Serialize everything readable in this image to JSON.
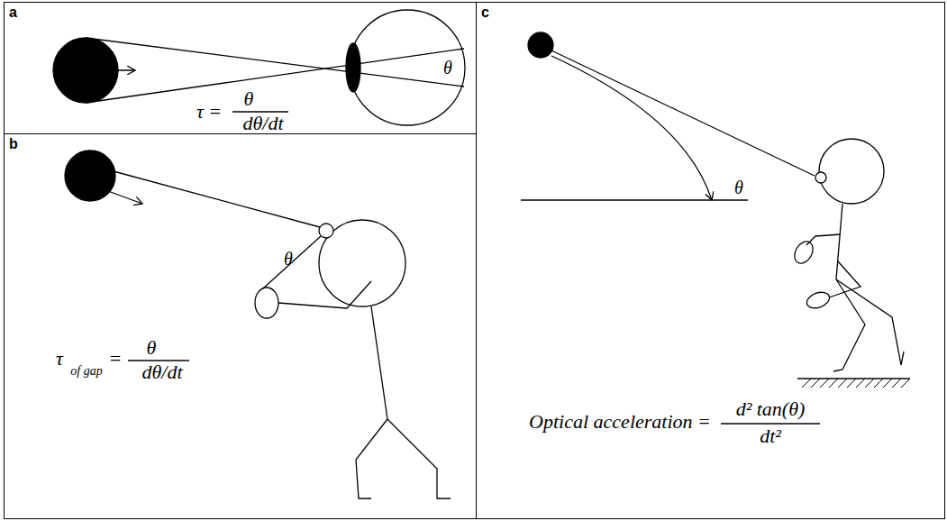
{
  "diagram": {
    "nodes": [
      {
        "text": [
          "a"
        ]
      },
      {
        "text": [
          "b"
        ]
      },
      {
        "text": [
          "c"
        ]
      }
    ],
    "labels": [
      "θ",
      "τ =",
      "θ",
      "dθ/dt",
      "θ",
      "τ",
      "of gap",
      "=",
      "θ",
      "dθ/dt",
      "θ",
      "Optical acceleration =",
      "d² tan(θ)",
      "dt²"
    ]
  }
}
